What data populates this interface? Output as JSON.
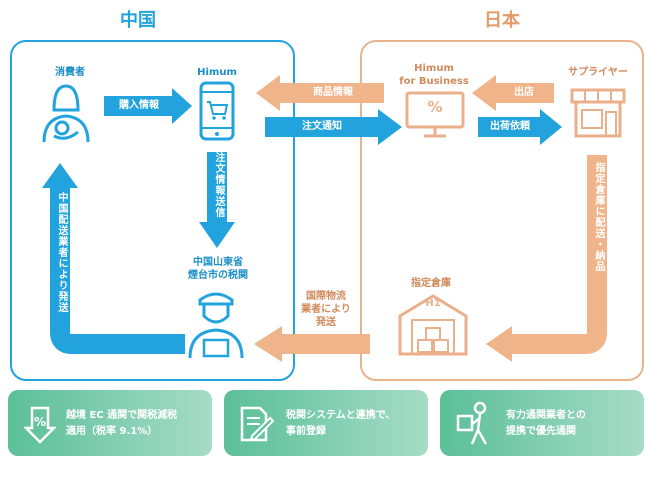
{
  "regions": {
    "china": {
      "title": "中国"
    },
    "japan": {
      "title": "日本"
    }
  },
  "nodes": {
    "consumer": "消費者",
    "himum": "Himum",
    "himum_business_line1": "Himum",
    "himum_business_line2": "for Business",
    "supplier": "サプライヤー",
    "customs_line1": "中国山東省",
    "customs_line2": "煙台市の税関",
    "warehouse": "指定倉庫",
    "warehouse_sign": "H1",
    "percent_symbol": "%"
  },
  "arrows": {
    "purchase_info": "購入情報",
    "product_info": "商品情報",
    "order_notice": "注文通知",
    "listing": "出店",
    "shipping_request": "出荷依頼",
    "order_info_send": "注文情報送信",
    "china_delivery": "中国配送業者により発送",
    "warehouse_delivery": "指定倉庫に配送・納品",
    "intl_logistics_line1": "国際物流",
    "intl_logistics_line2": "業者により",
    "intl_logistics_line3": "発送"
  },
  "features": [
    {
      "line1": "越境 EC 通関で関税減税",
      "line2": "適用（税率 9.1%）",
      "icon": "percent-down-icon"
    },
    {
      "line1": "税関システムと連携で、",
      "line2": "事前登録",
      "icon": "document-pen-icon"
    },
    {
      "line1": "有力通関業者との",
      "line2": "提携で優先通関",
      "icon": "delivery-person-icon"
    }
  ],
  "colors": {
    "blue": "#22a3dd",
    "orange": "#f0b48a",
    "green": "#5bbf98"
  }
}
